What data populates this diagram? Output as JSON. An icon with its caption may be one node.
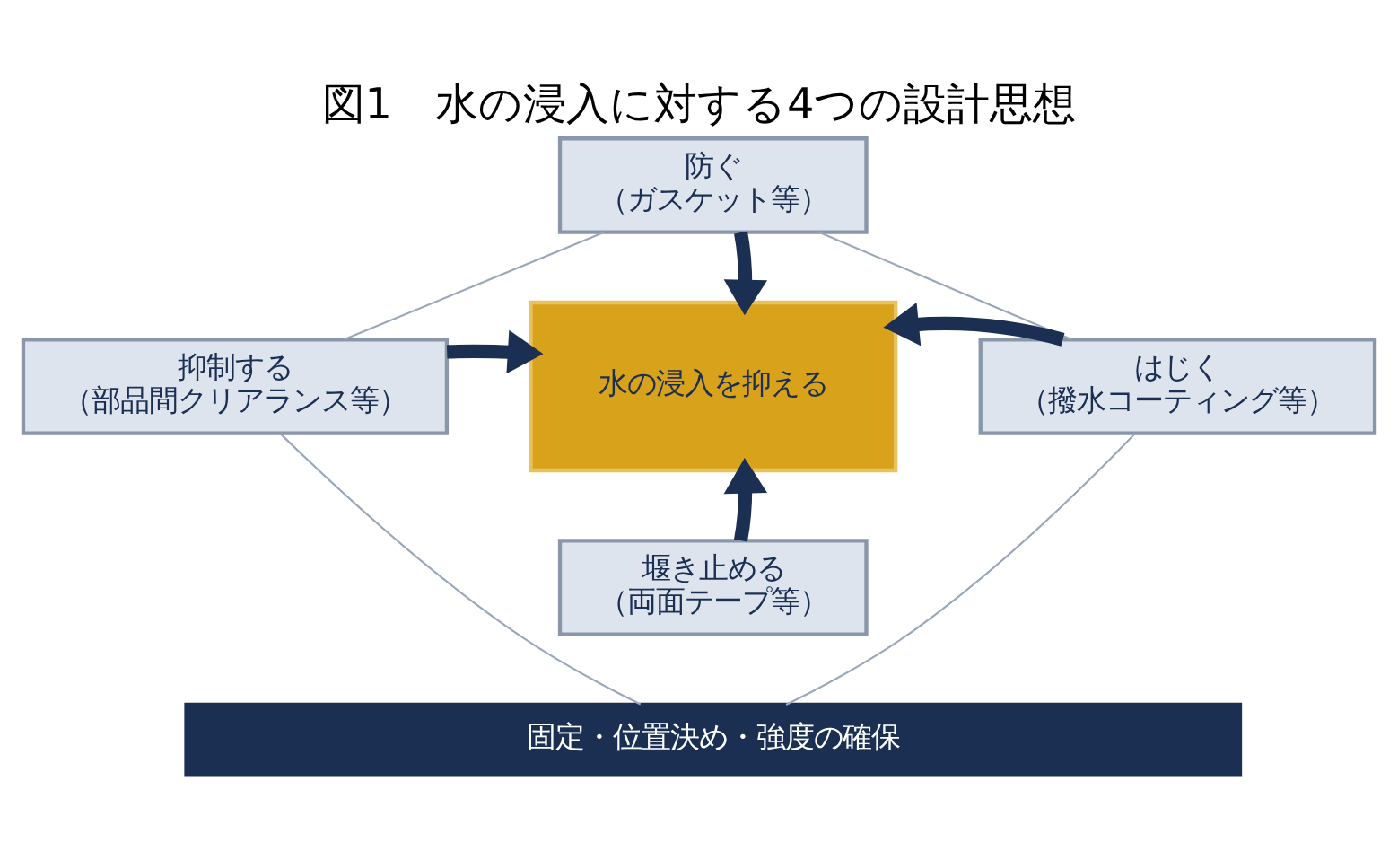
{
  "diagram": {
    "title": "図1　水の浸入に対する4つの設計思想",
    "nodes": [
      {
        "text": [
          "防ぐ",
          "（ガスケット等）"
        ]
      },
      {
        "text": [
          "抑制する",
          "（部品間クリアランス等）"
        ]
      },
      {
        "text": [
          "水の浸入を抑える"
        ]
      },
      {
        "text": [
          "はじく",
          "（撥水コーティング等）"
        ]
      },
      {
        "text": [
          "堰き止める",
          "（両面テープ等）"
        ]
      },
      {
        "text": [
          "固定・位置決め・強度の確保"
        ]
      }
    ],
    "edges": [
      {
        "from": 0,
        "to": 2,
        "arrow": "to",
        "style": "thick"
      },
      {
        "from": 1,
        "to": 2,
        "arrow": "to",
        "style": "thick"
      },
      {
        "from": 3,
        "to": 2,
        "arrow": "to",
        "style": "thick"
      },
      {
        "from": 4,
        "to": 2,
        "arrow": "to",
        "style": "thick"
      },
      {
        "from": 0,
        "to": 1,
        "arrow": "none",
        "color": "#9aa7b8"
      },
      {
        "from": 0,
        "to": 3,
        "arrow": "none",
        "color": "#9aa7b8"
      },
      {
        "from": 1,
        "to": 5,
        "arrow": "none",
        "color": "#9aa7b8"
      },
      {
        "from": 3,
        "to": 5,
        "arrow": "none",
        "color": "#9aa7b8"
      }
    ]
  }
}
